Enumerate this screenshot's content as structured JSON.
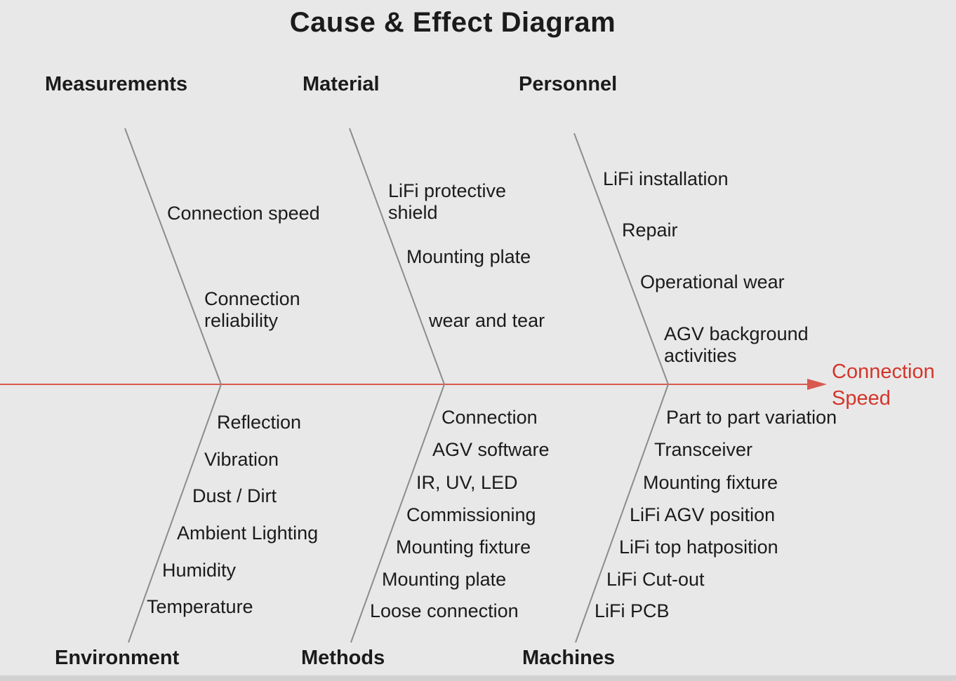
{
  "title": "Cause & Effect Diagram",
  "effect_label": "Connection\nSpeed",
  "colors": {
    "background": "#e9e8e8",
    "spine": "#d9594e",
    "effect_text": "#d3362b",
    "bone": "#8c8c8c",
    "text": "#1b1b1b"
  },
  "branches": {
    "measurements": {
      "label": "Measurements",
      "items": [
        "Connection speed",
        "Connection\nreliability"
      ]
    },
    "material": {
      "label": "Material",
      "items": [
        "LiFi protective\nshield",
        "Mounting plate",
        "wear and tear"
      ]
    },
    "personnel": {
      "label": "Personnel",
      "items": [
        "LiFi installation",
        "Repair",
        "Operational wear",
        "AGV background\nactivities"
      ]
    },
    "environment": {
      "label": "Environment",
      "items": [
        "Reflection",
        "Vibration",
        "Dust / Dirt",
        "Ambient Lighting",
        "Humidity",
        "Temperature"
      ]
    },
    "methods": {
      "label": "Methods",
      "items": [
        "Connection",
        "AGV software",
        "IR, UV, LED",
        "Commissioning",
        "Mounting fixture",
        "Mounting plate",
        "Loose connection"
      ]
    },
    "machines": {
      "label": "Machines",
      "items": [
        "Part to part variation",
        "Transceiver",
        "Mounting fixture",
        "LiFi AGV position",
        "LiFi top hatposition",
        "LiFi Cut-out",
        "LiFi PCB"
      ]
    }
  }
}
